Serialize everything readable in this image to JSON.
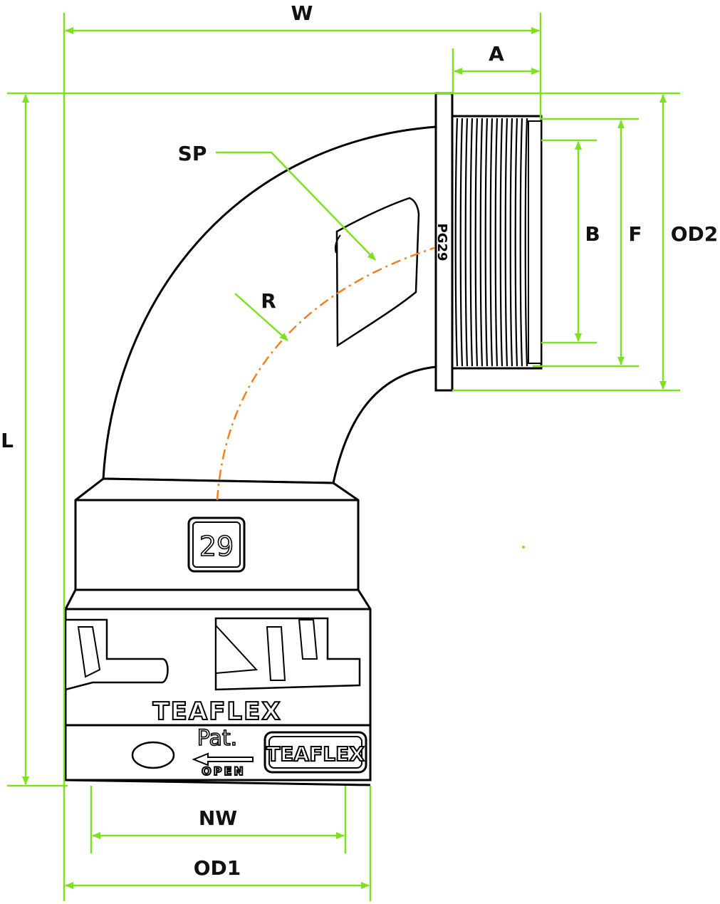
{
  "dimensions": {
    "W": "W",
    "A": "A",
    "SP": "SP",
    "R": "R",
    "L": "L",
    "B": "B",
    "F": "F",
    "OD2": "OD2",
    "NW": "NW",
    "OD1": "OD1"
  },
  "part": {
    "size_badge": "29",
    "brand_upper": "TEAFLEX",
    "patent": "Pat.",
    "open_label": "OPEN",
    "brand_logo": "TEAFLEX",
    "thread_marking": "PG29"
  },
  "colors": {
    "dimension_line": "#7FE020",
    "centerline": "#F08020",
    "outline": "#000000",
    "fill": "#ffffff"
  }
}
